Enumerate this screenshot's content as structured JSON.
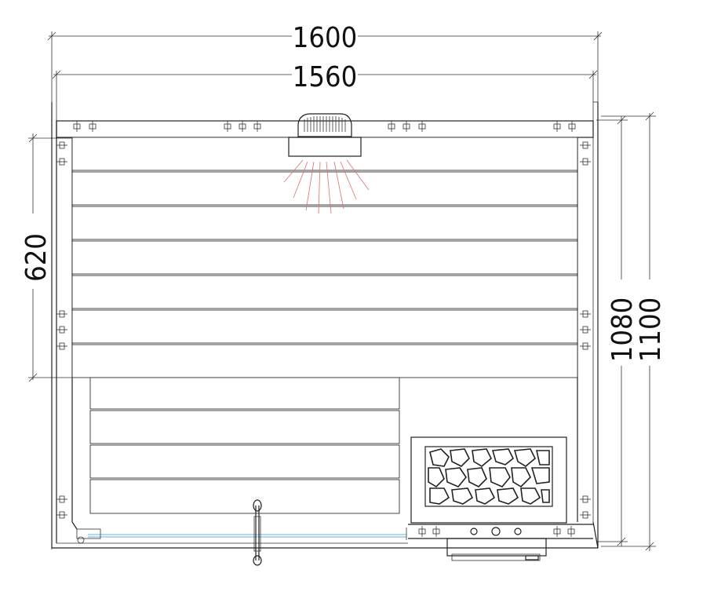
{
  "dimensions": {
    "outer_width": "1600",
    "inner_width": "1560",
    "bench_depth": "620",
    "inner_depth": "1080",
    "outer_depth": "1100"
  },
  "colors": {
    "line": "#222222",
    "heat_rays": "#e07070",
    "glass_door": "#6ab0d8",
    "background": "#ffffff"
  },
  "icons": {
    "heater": "sauna-heater-stones-icon",
    "lamp": "ceiling-lamp-icon",
    "door_handle": "door-handle-icon",
    "control_panel": "control-panel-icon"
  }
}
